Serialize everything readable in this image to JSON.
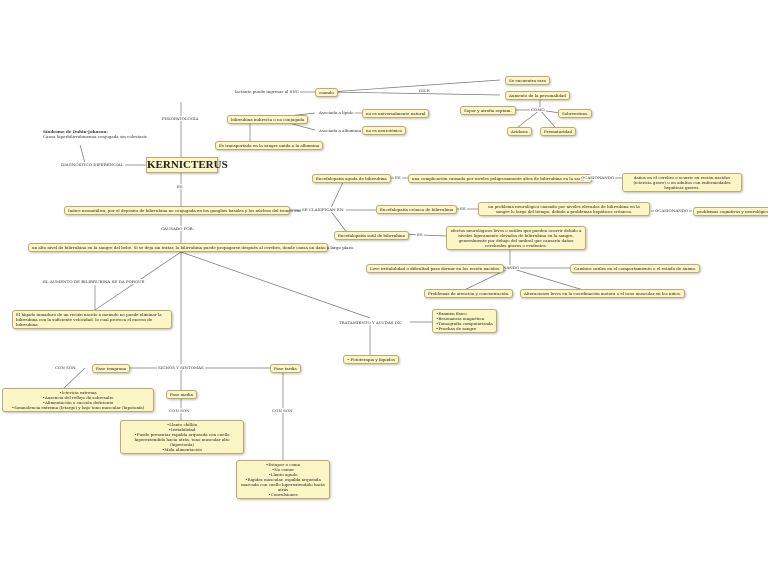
{
  "title": "KERNICTERUS",
  "dubin": {
    "title": "Síndrome de Dubin-Johnson:",
    "text": "Causa hiperbilirrubinemia conjugada sin colestasis"
  },
  "diagnostico": "DIAGNÓSTICO DIFERENCIAL",
  "fisiopatologia": "FISIOPATOLOGÍA",
  "lactante": "lactante puede ingresar al SNC",
  "cuando": "cuando",
  "bili_indirecta": "bilirrubina indirecta o no conjugada",
  "arranque_libre": "Asociada a lípido",
  "no_unida": "no es universalmente natural",
  "asociada_albu": "Asociada a albumina",
  "no_tox": "no es neurotóxico",
  "transportada": "Es transportada en la sangre unida a la albumina",
  "encuentra_rara": "Se encuentra rara",
  "dice": "DICE",
  "aumento_personalidad": "Aumento de la personalidad",
  "como": "COMO",
  "sopor": "Sopor y atrofia septum.",
  "sobrestimulacion": "Sobreestims.",
  "acidosis": "Acidosis",
  "prematuridad": "Prematuridad",
  "es_label": "ES",
  "es2": "ES",
  "causado_por": "CAUSADO POR:",
  "ictericia": "Índice neonatálica, por el depósito de bilirrubina no conjugada en los ganglios basales y los núcleos del tronco encefálico.",
  "se_clasifican": "SE CLASIFICAN EN:",
  "aguda": "Encefalopatía aguda de bilirrubina",
  "aguda_es": "ES",
  "aguda_desc": "una complicación causada por niveles peligrosamente altos de bilirrubina en la sangre",
  "ocasionando1": "OCASIONANDO",
  "aguda_result": "daños en el cerebro o ocurrir en recién nacidos (ictericia grave) o en adultos con enfermedades hepáticas graves.",
  "cronica": "Encefalopatía crónica de bilirrubina",
  "cronica_es": "ES",
  "cronica_desc": "un problema neurológico causado por niveles elevados de bilirrubina en la sangre lo largo del tiempo, debido a problemas hepáticos crónicos.",
  "ocasionando2": "OCASIONANDO",
  "cronica_result": "problemas cognitivos y neurológicos",
  "sutil": "Encefalopatía sutil de bilirrubina",
  "sutil_es": "ES",
  "sutil_desc": "efectos neurológicos leves o sutiles que pueden ocurrir debido a niveles ligeramente elevados de bilirrubina en la sangre, generalmente por debajo del umbral que causaría daños cerebrales graves o evidentes.",
  "ocasionando3": "OCASIONANDO",
  "leve_irrit": "Leve irritabilidad o dificultad para dormir en los recién nacidos.",
  "cambios_sutiles": "Cambios sutiles en el comportamiento o el estado de ánimo.",
  "problemas_atencion": "Problemas de atención y concentración.",
  "alteraciones_leves": "Alteraciones leves en la coordinación motora o el tono muscular en los niños.",
  "causa_text": "un alto nivel de bilirrubina en la sangre del bebé. Si se deja sin tratar, la bilirrubina puede propagarse después al cerebro, donde causa un daño a largo plazo.",
  "aumento_label": "EL AUMENTO DE BILIRRUBINA SE DA PORQUE",
  "higado_text": "El hígado inmaduro de un recién nacido a menudo no puede eliminar la bilirrubina con la suficiente velocidad, lo cual provoca el exceso de bilirrubina",
  "tratamiento_label": "TRATAMIENTO Y AYUDAS DX",
  "ayudas": [
    "•Examen físico",
    "•Resonancia magnética",
    "•Tomografía computarizada",
    "•Pruebas de sangre"
  ],
  "fototerapia": "•   Fototerapia y líquidos",
  "signos_label": "SIGNOS Y SINTOMAS",
  "fase_temprana": "Fase temprana",
  "con_son1": "CON SON",
  "temprana_items": [
    "•Ictericia extrema",
    "•Ausencia del reflejo de sobresalto",
    "•Alimentación o succión deficiente",
    "•Somnolencia extrema (letargo) y bajo tono muscular (hipotonía)"
  ],
  "fase_media": "Fase media",
  "con_son2": "CON SON",
  "media_items": [
    "•Llanto chillón",
    "•Irritabilidad",
    "•Puede presentar espalda arqueada con cuello hiperextendido hacia atrás, tono muscular alto (hipertonía)",
    "•Mala alimentación"
  ],
  "fase_tardia": "Fase tardía",
  "con_son3": "CON SON",
  "tardia_items": [
    "•Estupor o coma",
    "•No comer",
    "•Llanto agudo",
    "•Rigidez muscular, espalda arqueada marcada con cuello hiperextendido hacia atrás",
    "•Convulsiones"
  ]
}
